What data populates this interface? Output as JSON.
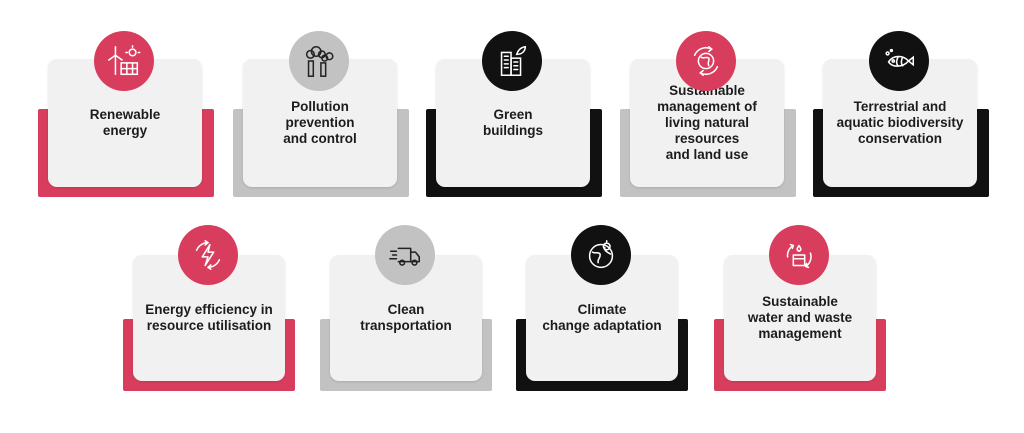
{
  "colors": {
    "red": "#d93d5d",
    "grey": "#c2c2c2",
    "black": "#111111",
    "card": "#f1f1f1"
  },
  "cards": [
    {
      "id": "renewable-energy",
      "label": "Renewable\nenergy",
      "icon": "wind-turbine-solar-icon",
      "accent": "red"
    },
    {
      "id": "pollution-prevention",
      "label": "Pollution\nprevention\nand control",
      "icon": "factory-smoke-icon",
      "accent": "grey"
    },
    {
      "id": "green-buildings",
      "label": "Green\nbuildings",
      "icon": "green-building-icon",
      "accent": "black"
    },
    {
      "id": "sustainable-management",
      "label": "Sustainable\nmanagement of\nliving natural\nresources\nand land use",
      "icon": "globe-cycle-icon",
      "accent": "grey"
    },
    {
      "id": "biodiversity",
      "label": "Terrestrial and\naquatic biodiversity\nconservation",
      "icon": "fish-icon",
      "accent": "black"
    },
    {
      "id": "energy-efficiency",
      "label": "Energy efficiency in\nresource utilisation",
      "icon": "lightning-cycle-icon",
      "accent": "red"
    },
    {
      "id": "clean-transportation",
      "label": "Clean\ntransportation",
      "icon": "delivery-truck-icon",
      "accent": "grey"
    },
    {
      "id": "climate-adaptation",
      "label": "Climate\nchange adaptation",
      "icon": "earth-climate-icon",
      "accent": "black"
    },
    {
      "id": "water-waste",
      "label": "Sustainable\nwater and waste\nmanagement",
      "icon": "recycle-water-icon",
      "accent": "red"
    }
  ]
}
